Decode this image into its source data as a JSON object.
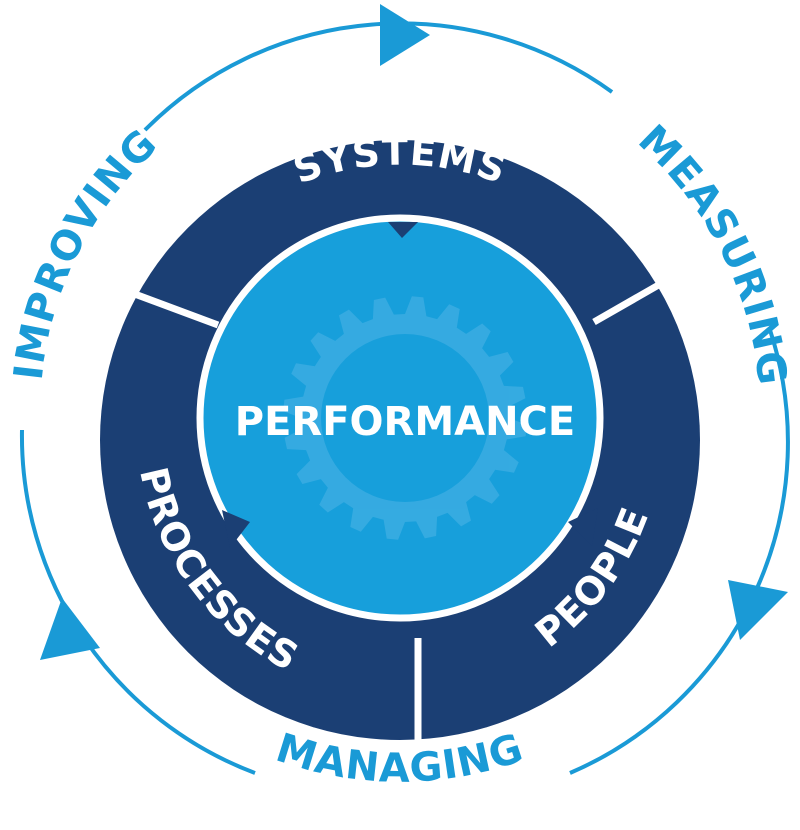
{
  "colors": {
    "outer_cycle": "#1a9ad6",
    "segment_fill": "#1b3f74",
    "center_fill": "#179fdb",
    "gear_fill": "#4fb4e6",
    "label_white": "#ffffff"
  },
  "center": {
    "label": "PERFORMANCE",
    "icon": "gear-icon"
  },
  "segments": [
    {
      "label": "SYSTEMS"
    },
    {
      "label": "PEOPLE"
    },
    {
      "label": "PROCESSES"
    }
  ],
  "cycle": [
    {
      "label": "MEASURING"
    },
    {
      "label": "MANAGING"
    },
    {
      "label": "IMPROVING"
    }
  ]
}
